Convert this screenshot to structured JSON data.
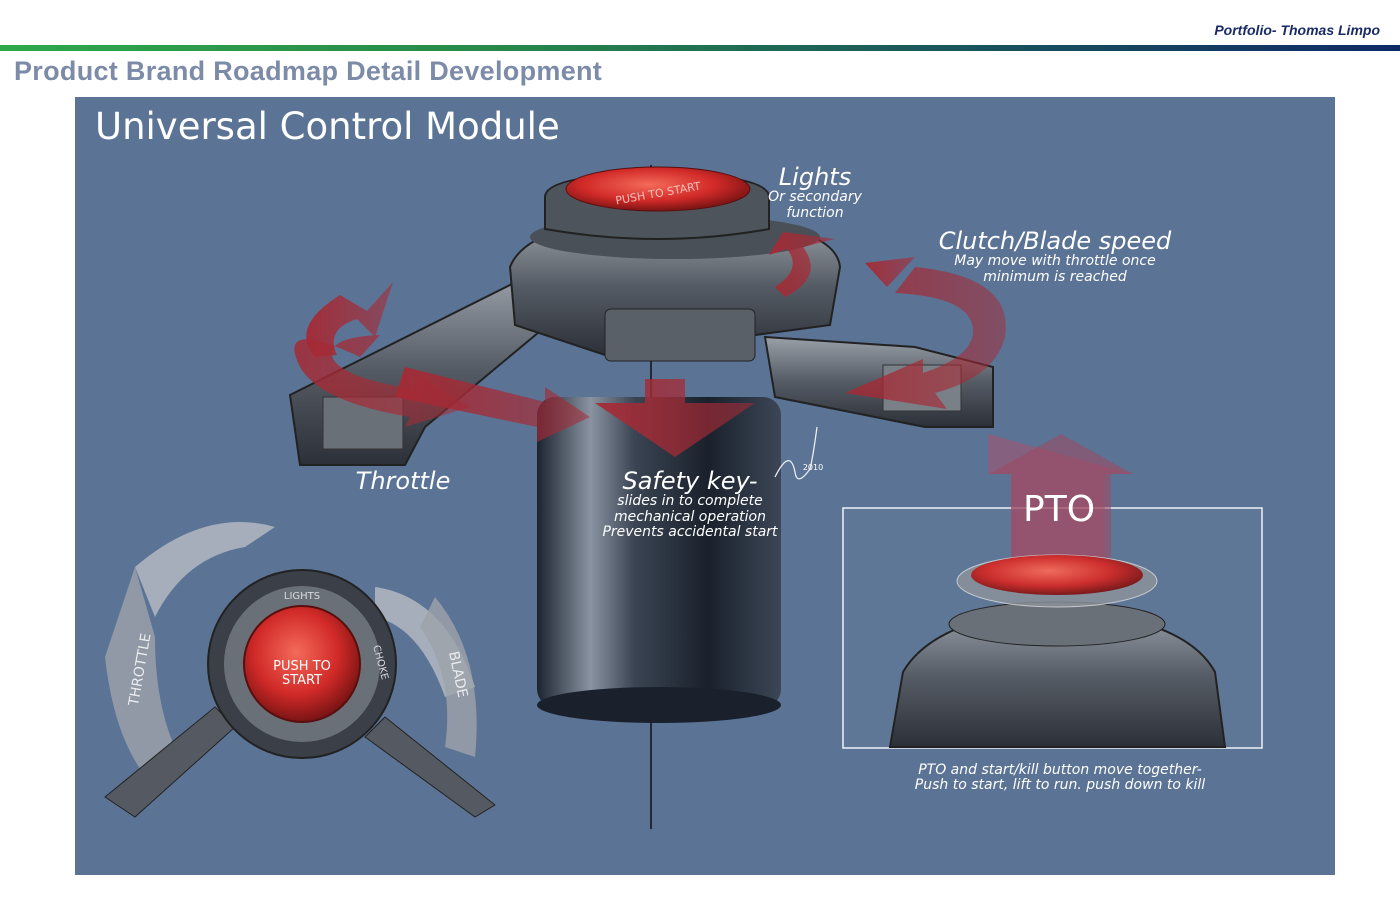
{
  "header": {
    "portfolio": "Portfolio-  Thomas Limpo",
    "page_title": "Product Brand Roadmap Detail Development"
  },
  "board": {
    "title": "Universal Control Module",
    "labels": {
      "lights": "Lights",
      "lights_sub1": "Or secondary",
      "lights_sub2": "function",
      "clutch": "Clutch/Blade speed",
      "clutch_sub1": "May move with throttle once",
      "clutch_sub2": "minimum is reached",
      "throttle": "Throttle",
      "safety": "Safety key-",
      "safety_sub1": "slides in to complete",
      "safety_sub2": "mechanical operation",
      "safety_sub3": "Prevents accidental start",
      "pto": "PTO",
      "pto_caption1": "PTO and start/kill button move together-",
      "pto_caption2": "Push to start, lift to run.  push down to kill"
    },
    "knob": {
      "button_line1": "PUSH TO",
      "button_line2": "START",
      "lights_ring": "LIGHTS",
      "choke_ring": "CHOKE",
      "throttle_arc": "THROTTLE",
      "blade_arc": "BLADE"
    },
    "signature": "2010",
    "colors": {
      "board": "#5b7395",
      "arrow": "#a52a35",
      "button": "#d62b2b"
    }
  }
}
